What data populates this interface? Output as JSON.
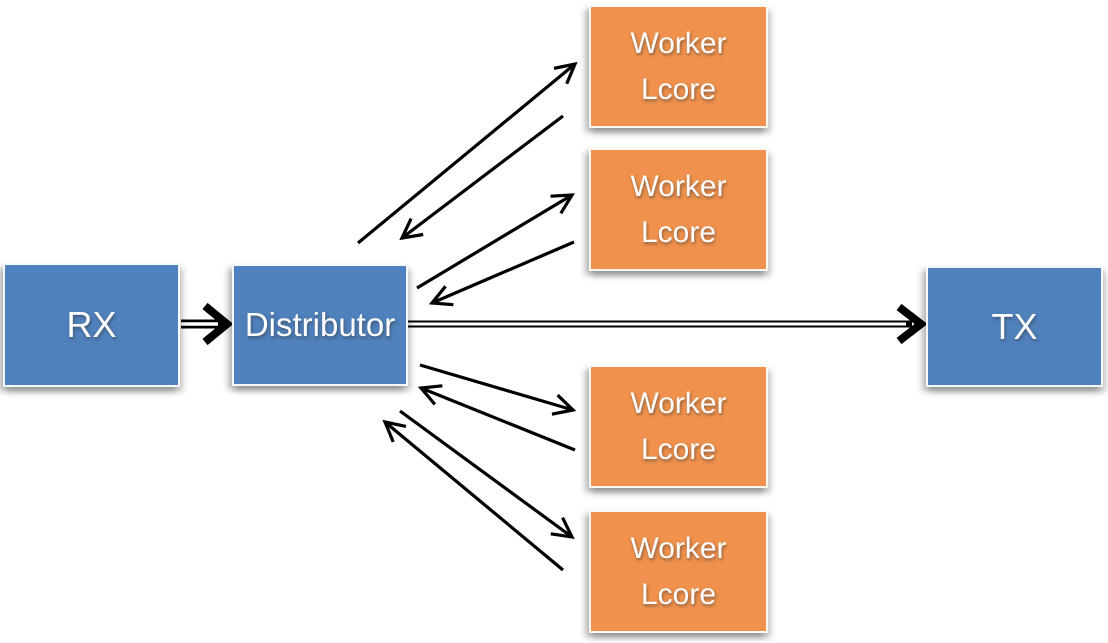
{
  "diagram_type": "flow-diagram",
  "nodes": {
    "rx": {
      "label": "RX"
    },
    "distributor": {
      "label": "Distributor"
    },
    "tx": {
      "label": "TX"
    },
    "workers": [
      {
        "line1": "Worker",
        "line2": "Lcore"
      },
      {
        "line1": "Worker",
        "line2": "Lcore"
      },
      {
        "line1": "Worker",
        "line2": "Lcore"
      },
      {
        "line1": "Worker",
        "line2": "Lcore"
      }
    ]
  },
  "edges": [
    {
      "from": "RX",
      "to": "Distributor",
      "style": "double-line-arrow"
    },
    {
      "from": "Distributor",
      "to": "TX",
      "style": "double-line-arrow"
    },
    {
      "from": "Distributor",
      "to": "Worker Lcore 1",
      "style": "single-arrow"
    },
    {
      "from": "Worker Lcore 1",
      "to": "Distributor",
      "style": "single-arrow"
    },
    {
      "from": "Distributor",
      "to": "Worker Lcore 2",
      "style": "single-arrow"
    },
    {
      "from": "Worker Lcore 2",
      "to": "Distributor",
      "style": "single-arrow"
    },
    {
      "from": "Distributor",
      "to": "Worker Lcore 3",
      "style": "single-arrow"
    },
    {
      "from": "Worker Lcore 3",
      "to": "Distributor",
      "style": "single-arrow"
    },
    {
      "from": "Distributor",
      "to": "Worker Lcore 4",
      "style": "single-arrow"
    },
    {
      "from": "Worker Lcore 4",
      "to": "Distributor",
      "style": "single-arrow"
    }
  ],
  "colors": {
    "node_blue": "#4F81BD",
    "node_orange": "#F0924D",
    "arrow_black": "#000000",
    "text_white": "#FFFFFF",
    "background": "#FFFFFF"
  }
}
